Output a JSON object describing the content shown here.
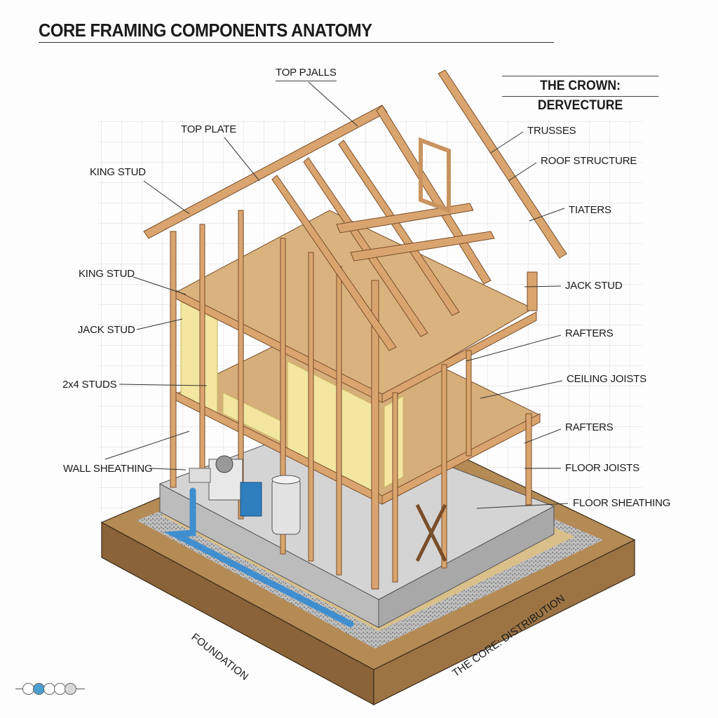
{
  "title": "CORE FRAMING COMPONENTS ANATOMY",
  "section_heading": "THE CROWN: DERVECTURE",
  "labels": {
    "top_pjalls": "TOP PJALLS",
    "top_plate": "TOP PLATE",
    "king_stud_upper": "KING STUD",
    "king_stud_lower": "KING STUD",
    "jack_stud_left": "JACK STUD",
    "studs_2x4": "2x4 STUDS",
    "wall_sheathing": "WALL SHEATHING",
    "trusses": "TRUSSES",
    "roof_structure": "ROOF STRUCTURE",
    "tiaters": "TIATERS",
    "jack_stud_right": "JACK STUD",
    "rafters_upper": "RAFTERS",
    "ceiling_joists": "CEILING JOISTS",
    "rafters_lower": "RAFTERS",
    "floor_joists": "FLOOR JOISTS",
    "floor_sheathing": "FLOOR SHEATHING",
    "foundation": "FOUNDATION",
    "core_distribution": "THE CORE: DISTRIBUTION"
  },
  "pager": {
    "total": 5,
    "active_index": 1
  },
  "colors": {
    "wood": "#d9a46e",
    "deck": "#d6ae7a",
    "insulation": "#f2e6a0",
    "concrete": "#cfcfcf",
    "soil": "#9c7444",
    "pipe": "#3f8fd0",
    "accent": "#4a9fd0"
  }
}
